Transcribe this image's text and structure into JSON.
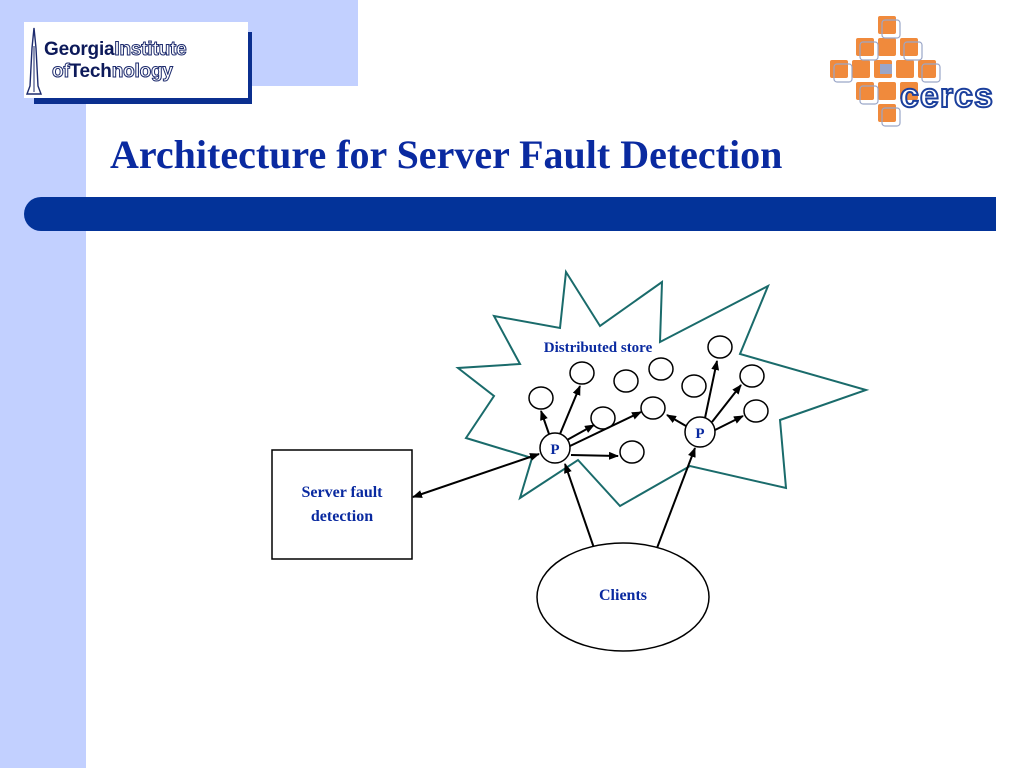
{
  "logos": {
    "gt": {
      "line1_bold": "Georgia",
      "line1_rest": "Institute",
      "line2_rest_prefix": "of",
      "line2_bold": "Tech",
      "line2_rest": "nology"
    },
    "cercs": {
      "text": "cercs"
    }
  },
  "slide": {
    "title": "Architecture for Server Fault Detection"
  },
  "diagram": {
    "cloud_label": "Distributed store",
    "proxy_label": "P",
    "server_box_line1": "Server fault",
    "server_box_line2": "detection",
    "clients_label": "Clients"
  },
  "colors": {
    "band": "#c2d0ff",
    "title": "#0a2aa0",
    "title_bar": "#033399",
    "cloud_outline": "#1a6b6b",
    "cercs_orange": "#f08a3c",
    "cercs_blue": "#1b3f9c"
  }
}
